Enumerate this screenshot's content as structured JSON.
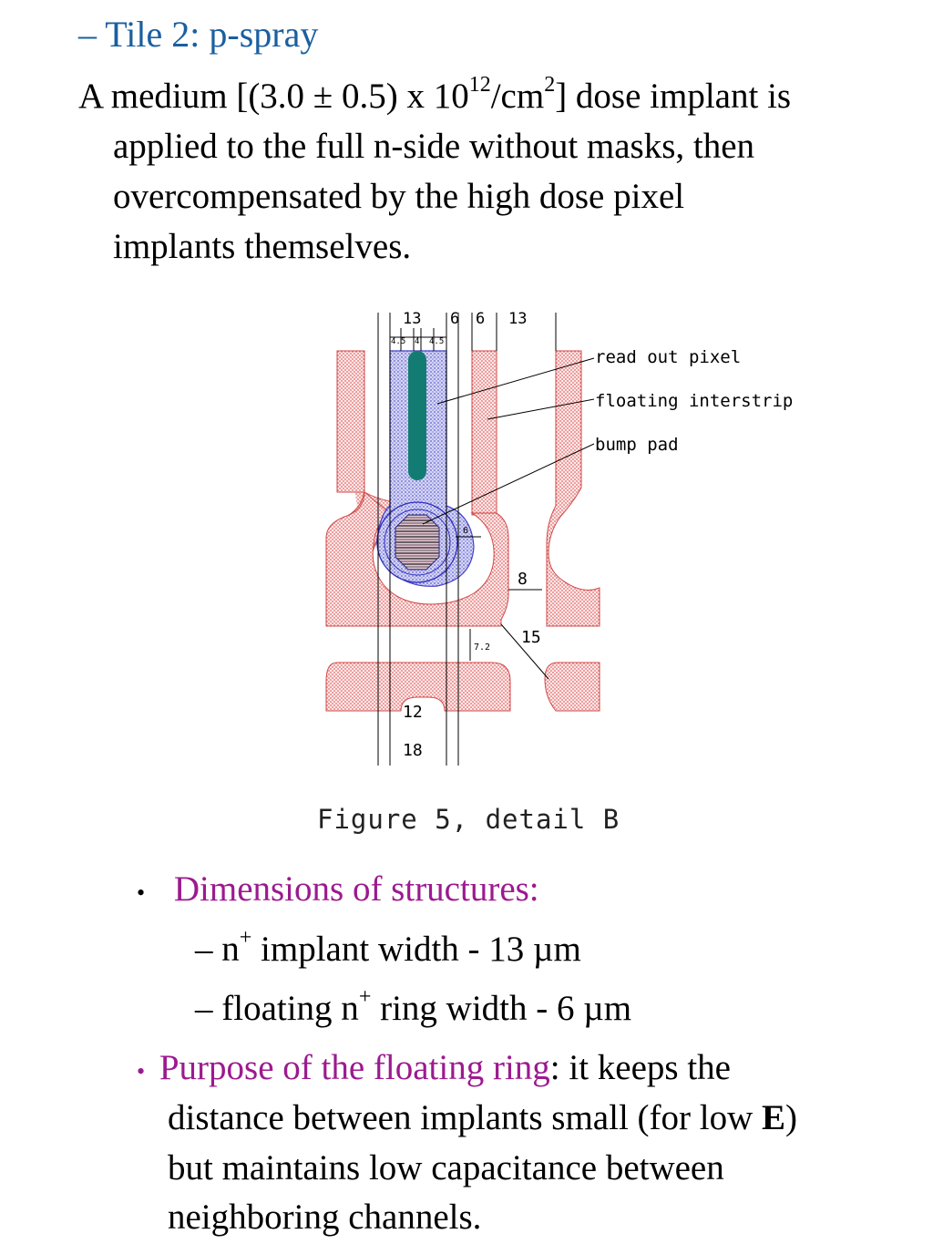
{
  "heading": {
    "dash": "–",
    "text": "Tile 2: p-spray"
  },
  "paragraph": {
    "line1_pre": "A medium [(3.0 ± 0.5) x 10",
    "line1_sup1": "12",
    "line1_mid": "/cm",
    "line1_sup2": "2",
    "line1_post": "] dose implant is",
    "line2": "applied to the full n-side without masks, then",
    "line3": "overcompensated by the high dose pixel",
    "line4": "implants themselves."
  },
  "figure": {
    "top_dims": {
      "d13a": "13",
      "d6a": "6",
      "d6b": "6",
      "d13b": "13",
      "d45a": "4.5",
      "d4": "4",
      "d45b": "4.5"
    },
    "labels": {
      "read_out": "read out pixel",
      "floating": "floating interstrip",
      "bump": "bump pad"
    },
    "dims": {
      "d6": "6",
      "d8": "8",
      "d15": "15",
      "d72": "7.2",
      "d12": "12",
      "d18": "18"
    },
    "caption": "Figure 5, detail B"
  },
  "bullets": {
    "dot": "•",
    "dims_title": "Dimensions of structures:",
    "sub1_pre": "– n",
    "sub1_sup": "+",
    "sub1_post": " implant width - 13 µm",
    "sub2_pre": "– floating n",
    "sub2_sup": "+",
    "sub2_post": " ring width - 6 µm",
    "purpose_title": "Purpose of the floating ring",
    "purpose_rest1": ": it keeps the",
    "purpose_line2_pre": "distance between implants small (for low ",
    "purpose_bold": "E",
    "purpose_line2_post": ")",
    "purpose_line3": "but maintains low capacitance between",
    "purpose_line4": "neighboring channels."
  },
  "colors": {
    "title_blue": "#1a5fa0",
    "accent_purple": "#9c1a8f",
    "implant_red": "#e05050",
    "pixel_blue": "#3a3acc",
    "electrode_teal": "#137c72"
  }
}
